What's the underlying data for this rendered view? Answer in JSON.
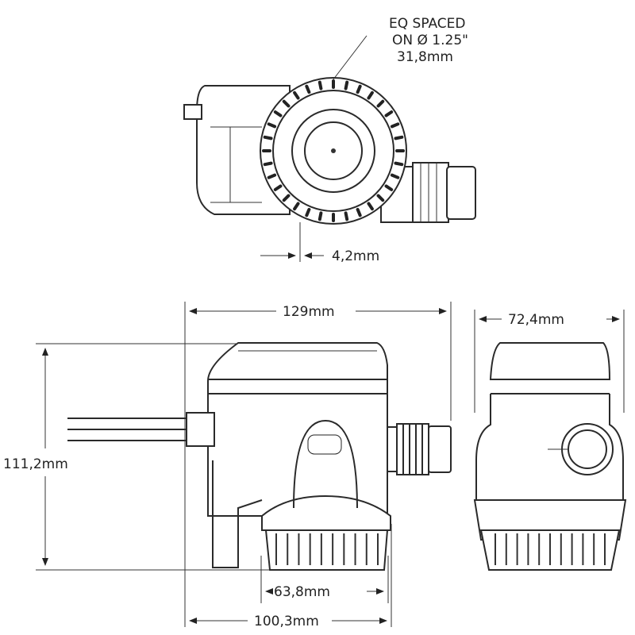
{
  "top_view": {
    "note_line1": "EQ SPACED",
    "note_line2": "ON Ø 1.25\"",
    "note_line3": "31,8mm",
    "offset_dim": "4,2mm"
  },
  "side_view": {
    "length_dim": "129mm",
    "height_dim": "111,2mm",
    "base_dim": "63,8mm",
    "body_dim": "100,3mm"
  },
  "end_view": {
    "width_dim": "72,4mm"
  }
}
